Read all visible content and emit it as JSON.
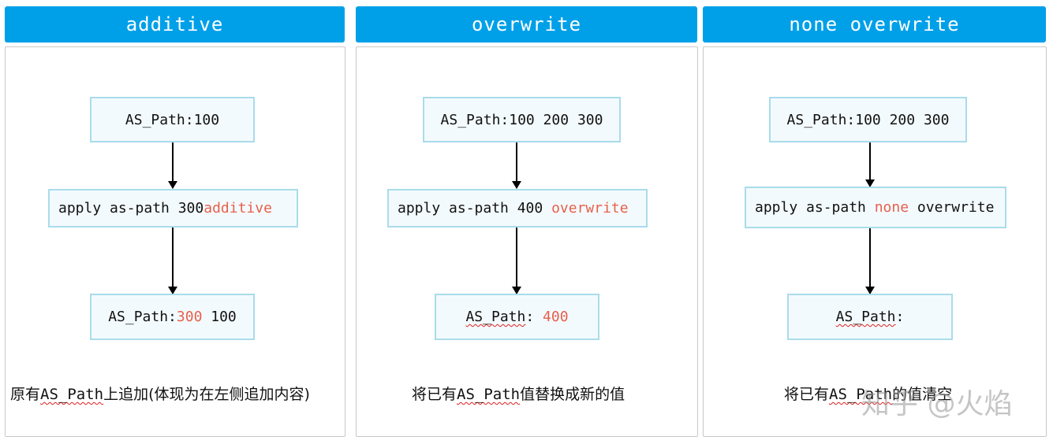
{
  "columns": [
    {
      "header": "additive",
      "top_box": "AS_Path:100",
      "cmd_prefix": "apply as-path 300 ",
      "cmd_highlight": "additive",
      "bottom_prefix": "AS_Path:",
      "bottom_highlight": "300",
      "bottom_suffix": " 100",
      "caption_pre": "原有",
      "caption_mono": "AS_Path",
      "caption_post": "上追加(体现为在左侧追加内容)"
    },
    {
      "header": "overwrite",
      "top_box": "AS_Path:100 200 300",
      "cmd_prefix": "apply as-path 400 ",
      "cmd_highlight": "overwrite",
      "bottom_prefix": "AS_Path",
      "bottom_mid": ": ",
      "bottom_highlight": "400",
      "caption_pre": "将已有",
      "caption_mono": "AS_Path",
      "caption_post": "值替换成新的值"
    },
    {
      "header": "none overwrite",
      "top_box": "AS_Path:100 200 300",
      "cmd_prefix": "apply as-path ",
      "cmd_highlight": "none",
      "cmd_suffix": " overwrite",
      "bottom_prefix": "AS_Path",
      "bottom_mid": ":",
      "caption_pre": "将已有",
      "caption_mono": "AS_Path",
      "caption_post": "的值清空"
    }
  ],
  "watermark": "知乎 @火焰",
  "colors": {
    "header_bg": "#00a0e9",
    "box_border": "#a9dcea",
    "highlight": "#e8604c"
  }
}
